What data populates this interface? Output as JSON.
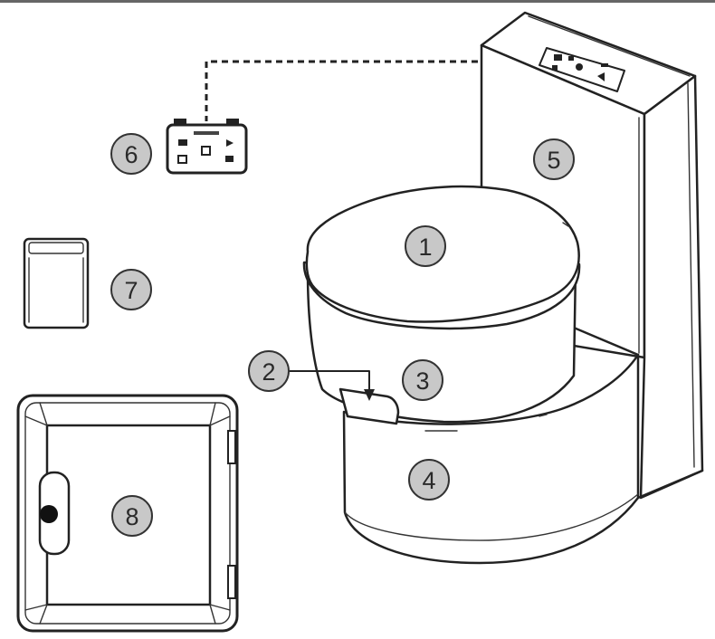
{
  "callouts": [
    "1",
    "2",
    "3",
    "4",
    "5",
    "6",
    "7",
    "8"
  ],
  "colors": {
    "callout_fill": "#c8c8c8",
    "line": "#222222",
    "background": "#ffffff"
  }
}
